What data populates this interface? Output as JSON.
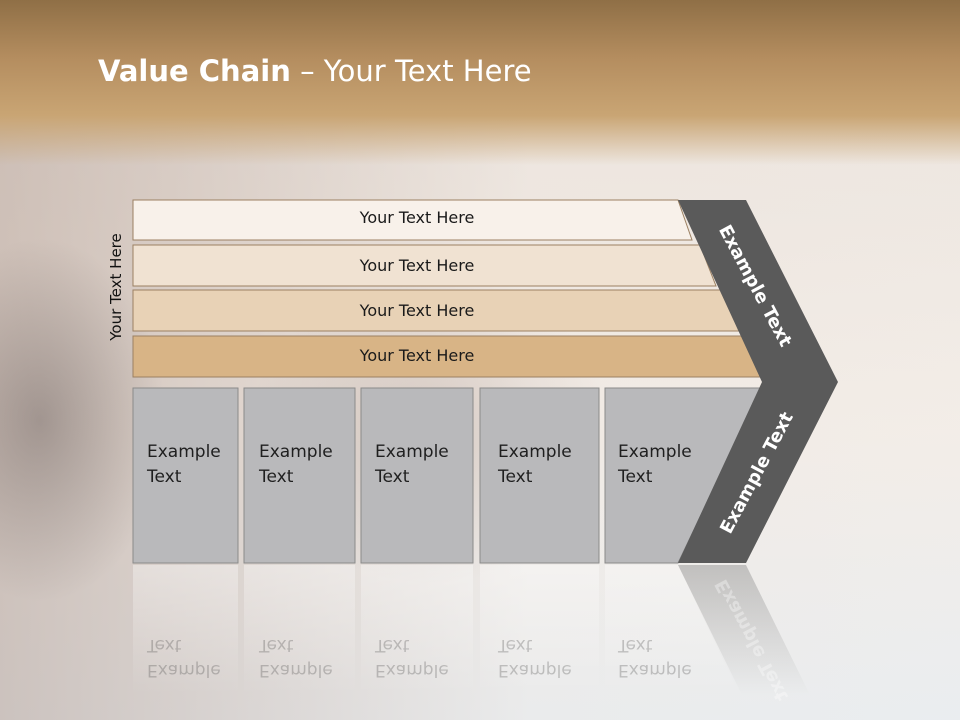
{
  "title": {
    "bold": "Value Chain",
    "rest": " – Your Text Here"
  },
  "side_label": "Your Text Here",
  "bars": [
    {
      "label": "Your Text Here",
      "color": "#f8f1ea"
    },
    {
      "label": "Your Text Here",
      "color": "#f0e2d2"
    },
    {
      "label": "Your Text Here",
      "color": "#e8d2b6"
    },
    {
      "label": "Your Text Here",
      "color": "#d8b486"
    }
  ],
  "boxes": [
    {
      "line1": "Example",
      "line2": "Text"
    },
    {
      "line1": "Example",
      "line2": "Text"
    },
    {
      "line1": "Example",
      "line2": "Text"
    },
    {
      "line1": "Example",
      "line2": "Text"
    },
    {
      "line1": "Example",
      "line2": "Text"
    }
  ],
  "chevron": {
    "upper": "Example Text",
    "lower": "Example Text",
    "color": "#5a5a5a"
  }
}
